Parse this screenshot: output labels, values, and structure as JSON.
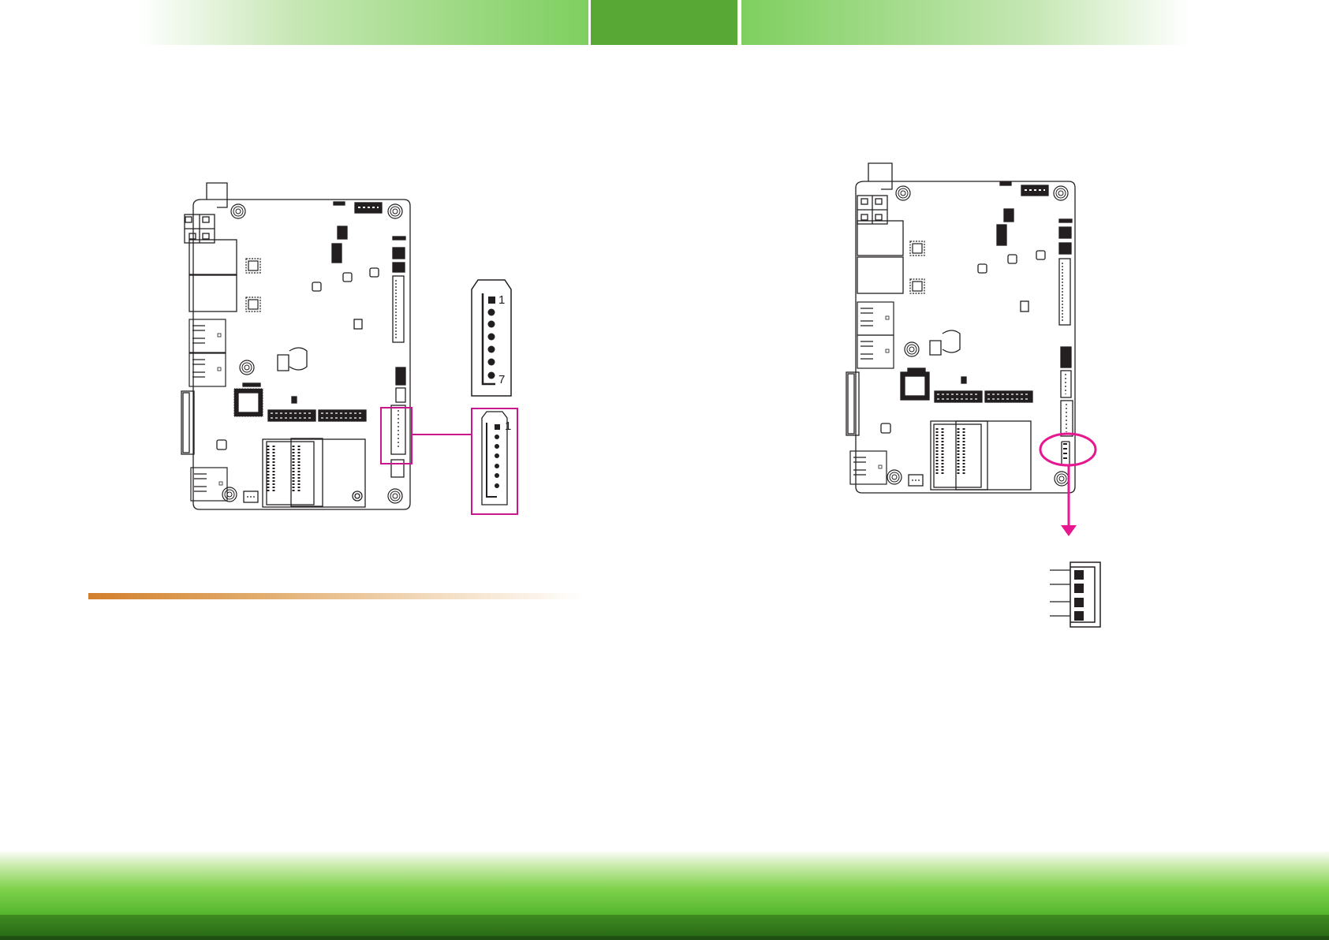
{
  "header": {
    "left_color": "#7ecf5f",
    "middle_color": "#57a834",
    "right_color": "#7ecf5f"
  },
  "figure_left": {
    "connector_pin_first": "1",
    "connector_pin_last": "7",
    "connector_pin_count": 7,
    "highlight_color": "#c8168c"
  },
  "figure_right": {
    "header_pin_count": 4,
    "highlight_color": "#e6178f"
  },
  "divider_color": "#d27f2b",
  "footer_color": "#55b62e"
}
